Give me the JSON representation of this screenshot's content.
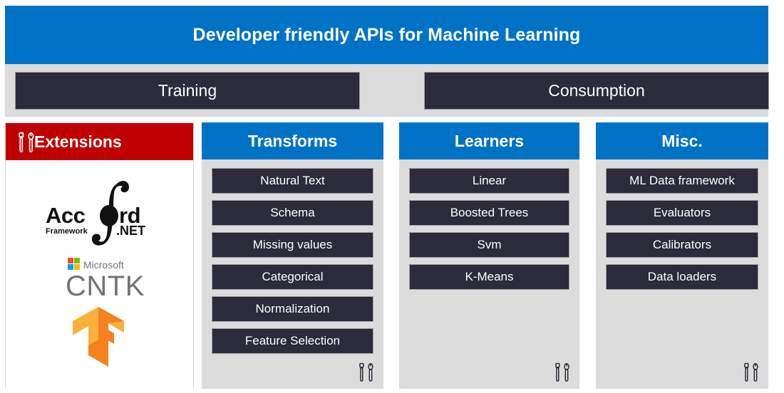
{
  "banner": {
    "title": "Developer friendly APIs for Machine Learning",
    "background": "#0072c6",
    "text_color": "#ffffff"
  },
  "stages": {
    "training": {
      "label": "Training"
    },
    "consumption": {
      "label": "Consumption"
    },
    "band_background": "#dcdcdc",
    "box_background": "#2b2b3a"
  },
  "columns": [
    {
      "key": "extensions",
      "title": "Extensions",
      "header_color": "#c00000",
      "body_color": "#ffffff",
      "header_icon": "tools-icon",
      "items": [],
      "logos": [
        {
          "name": "accord-net-framework-logo",
          "text": "Accord",
          "sub": "Framework",
          "suffix": ".NET"
        },
        {
          "name": "microsoft-cntk-logo",
          "text": "CNTK",
          "sub": "Microsoft"
        },
        {
          "name": "tensorflow-logo",
          "text": "TensorFlow"
        }
      ]
    },
    {
      "key": "transforms",
      "title": "Transforms",
      "header_color": "#0072c6",
      "body_color": "#dcdcdc",
      "footer_icon": "tools-icon",
      "items": [
        "Natural Text",
        "Schema",
        "Missing values",
        "Categorical",
        "Normalization",
        "Feature Selection"
      ]
    },
    {
      "key": "learners",
      "title": "Learners",
      "header_color": "#0072c6",
      "body_color": "#dcdcdc",
      "footer_icon": "tools-icon",
      "items": [
        "Linear",
        "Boosted Trees",
        "Svm",
        "K-Means"
      ]
    },
    {
      "key": "misc",
      "title": "Misc.",
      "header_color": "#0072c6",
      "body_color": "#dcdcdc",
      "footer_icon": "tools-icon",
      "items": [
        "ML Data framework",
        "Evaluators",
        "Calibrators",
        "Data loaders"
      ]
    }
  ],
  "colors": {
    "accent_blue": "#0072c6",
    "accent_red": "#c00000",
    "chip_dark": "#2b2b3a",
    "panel_gray": "#dcdcdc",
    "chip_border": "#9c9ca6"
  }
}
